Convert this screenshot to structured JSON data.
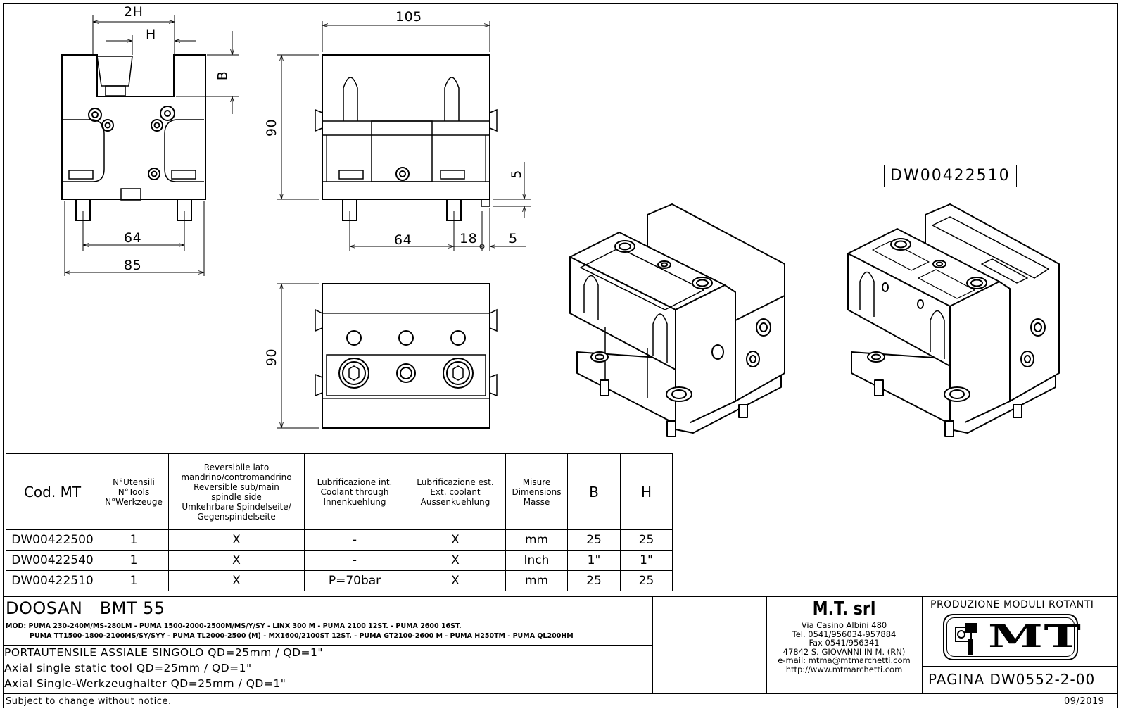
{
  "dimensions": {
    "front": {
      "w2h": "2H",
      "h": "H",
      "b": "B",
      "d64": "64",
      "d85": "85"
    },
    "side": {
      "d105": "105",
      "d90": "90",
      "d5a": "5",
      "d64": "64",
      "d18": "18",
      "d5b": "5"
    },
    "top": {
      "d90": "90"
    }
  },
  "product_code_label": "DW00422510",
  "table": {
    "headers": {
      "cod": "Cod. MT",
      "tools": [
        "N°Utensili",
        "N°Tools",
        "N°Werkzeuge"
      ],
      "reversible": [
        "Reversibile lato",
        "mandrino/contromandrino",
        "Reversible sub/main",
        "spindle side",
        "Umkehrbare Spindelseite/",
        "Gegenspindelseite"
      ],
      "coolant_int": [
        "Lubrificazione int.",
        "Coolant through",
        "Innenkuehlung"
      ],
      "coolant_ext": [
        "Lubrificazione est.",
        "Ext. coolant",
        "Aussenkuehlung"
      ],
      "dims": [
        "Misure",
        "Dimensions",
        "Masse"
      ],
      "b": "B",
      "h": "H"
    },
    "rows": [
      {
        "cod": "DW00422500",
        "tools": "1",
        "rev": "X",
        "cint": "-",
        "cext": "X",
        "unit": "mm",
        "b": "25",
        "h": "25"
      },
      {
        "cod": "DW00422540",
        "tools": "1",
        "rev": "X",
        "cint": "-",
        "cext": "X",
        "unit": "Inch",
        "b": "1\"",
        "h": "1\""
      },
      {
        "cod": "DW00422510",
        "tools": "1",
        "rev": "X",
        "cint": "P=70bar",
        "cext": "X",
        "unit": "mm",
        "b": "25",
        "h": "25"
      }
    ]
  },
  "title_block": {
    "machine": "DOOSAN   BMT 55",
    "models_line1": "MOD: PUMA 230-240M/MS-280LM - PUMA 1500-2000-2500M/MS/Y/SY - LINX 300 M - PUMA 2100 12ST. - PUMA 2600 16ST.",
    "models_line2": "PUMA TT1500-1800-2100MS/SY/SYY - PUMA TL2000-2500 (M) - MX1600/2100ST 12ST. -  PUMA GT2100-2600 M - PUMA H250TM - PUMA QL200HM",
    "desc_it": "PORTAUTENSILE ASSIALE SINGOLO QD=25mm / QD=1\"",
    "desc_en": "Axial single static tool QD=25mm / QD=1\"",
    "desc_de": "Axial Single-Werkzeughalter QD=25mm / QD=1\"",
    "company": "M.T. srl",
    "address": "Via Casino Albini 480",
    "tel": "Tel. 0541/956034-957884",
    "fax": "Fax 0541/956341",
    "city": "47842 S. GIOVANNI IN M. (RN)",
    "email": "e-mail: mtma@mtmarchetti.com",
    "web": "http://www.mtmarchetti.com",
    "production": "PRODUZIONE MODULI ROTANTI",
    "logo_text": "MT",
    "page": "PAGINA DW0552-2-00"
  },
  "footer": {
    "notice": "Subject to change without notice.",
    "date": "09/2019"
  }
}
